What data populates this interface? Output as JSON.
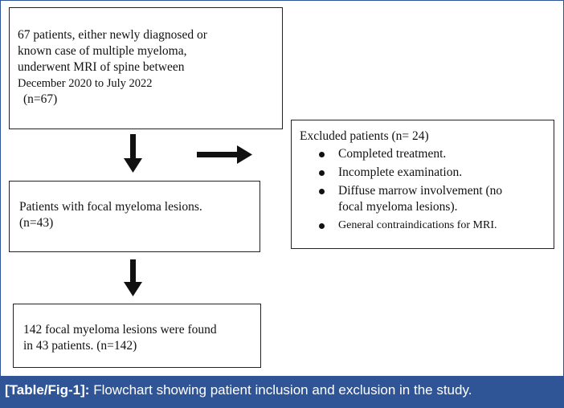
{
  "flowchart": {
    "input_box": {
      "lines": [
        "67 patients, either newly diagnosed or",
        "known case of multiple myeloma,",
        "underwent MRI of spine between",
        "December 2020 to July 2022",
        "(n=67)"
      ]
    },
    "focal_box": {
      "lines": [
        "Patients with focal myeloma lesions.",
        "(n=43)"
      ]
    },
    "lesions_box": {
      "lines": [
        "142 focal myeloma lesions were found",
        "in 43 patients. (n=142)"
      ]
    },
    "excluded_box": {
      "heading": "Excluded patients (n= 24)",
      "items": [
        {
          "lines": [
            "Completed treatment."
          ]
        },
        {
          "lines": [
            "Incomplete examination."
          ]
        },
        {
          "lines": [
            "Diffuse marrow involvement (no",
            "focal myeloma lesions)."
          ]
        },
        {
          "lines": [
            "General contraindications for MRI."
          ]
        }
      ]
    }
  },
  "caption": {
    "tag": "[Table/Fig-1]:",
    "text": "Flowchart showing patient inclusion and exclusion in the study."
  },
  "colors": {
    "caption_bg": "#2f5597",
    "border": "#2f5597"
  }
}
